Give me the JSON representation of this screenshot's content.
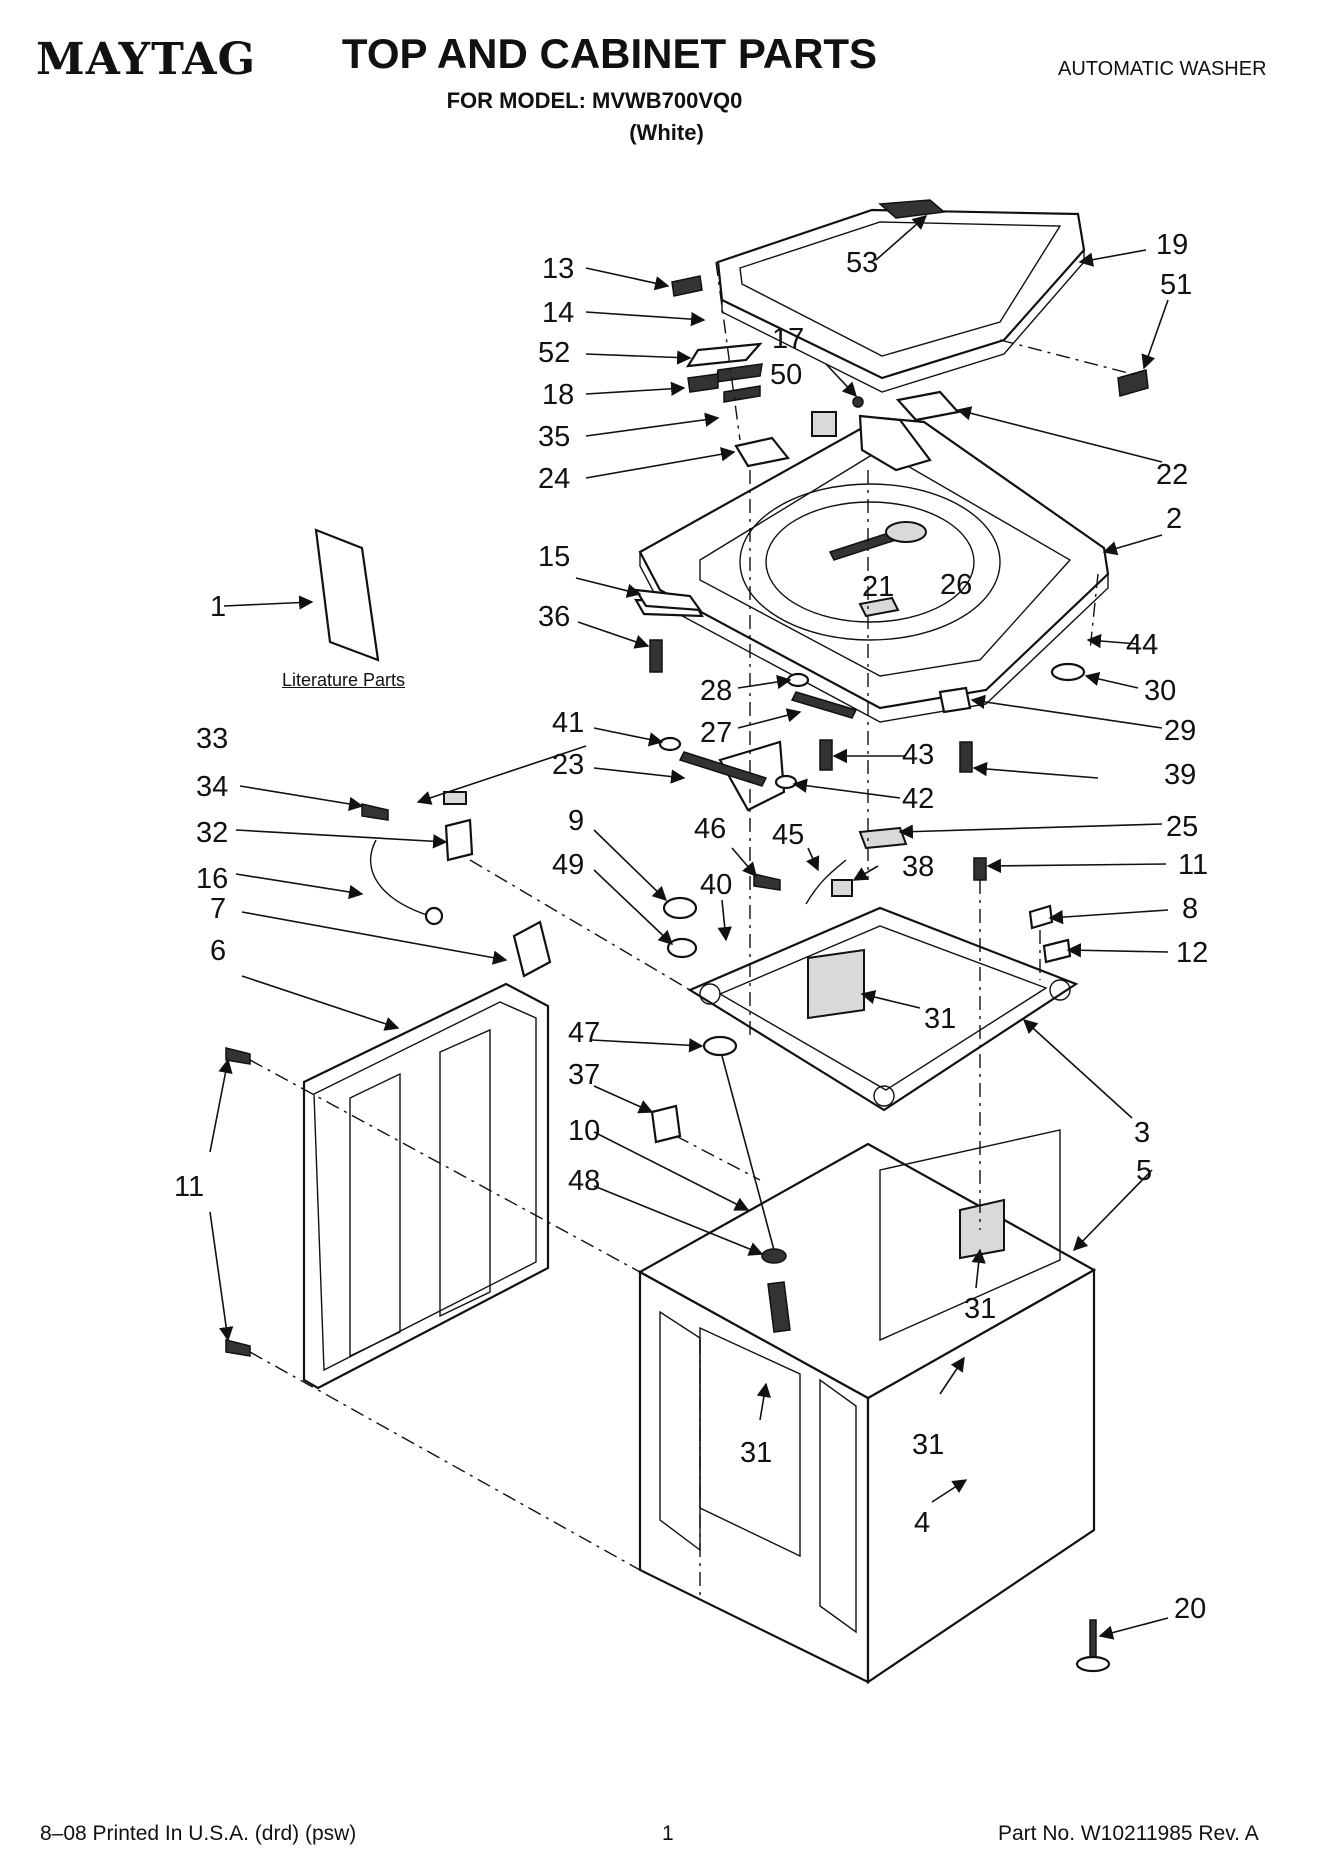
{
  "header": {
    "brand": "MAYTAG",
    "title": "TOP AND CABINET PARTS",
    "model_line": "FOR MODEL: MVWB700VQ0",
    "variant": "(White)",
    "product_type": "AUTOMATIC WASHER"
  },
  "diagram": {
    "literature_label": "Literature Parts",
    "callouts": [
      "1",
      "2",
      "3",
      "4",
      "5",
      "6",
      "7",
      "8",
      "9",
      "10",
      "11",
      "11",
      "11",
      "12",
      "13",
      "14",
      "15",
      "16",
      "17",
      "18",
      "19",
      "20",
      "21",
      "22",
      "23",
      "24",
      "25",
      "26",
      "27",
      "28",
      "29",
      "30",
      "31",
      "31",
      "31",
      "31",
      "31",
      "32",
      "33",
      "34",
      "35",
      "36",
      "37",
      "38",
      "39",
      "40",
      "41",
      "42",
      "43",
      "44",
      "45",
      "46",
      "47",
      "48",
      "49",
      "50",
      "51",
      "52",
      "53"
    ]
  },
  "footer": {
    "print_info": "8–08 Printed In U.S.A. (drd) (psw)",
    "page_number": "1",
    "part_number": "Part No. W10211985 Rev. A"
  }
}
